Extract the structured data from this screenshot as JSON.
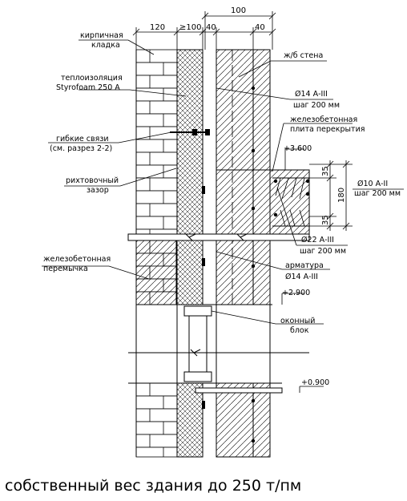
{
  "dimensions": {
    "brick": "120",
    "gap": "≥100",
    "layer_a": "40",
    "layer_b": "40",
    "overall": "100",
    "slab_top": "35",
    "slab_bottom": "35",
    "slab_total": "180"
  },
  "labels": {
    "brick_cladding_1": "кирпичная",
    "brick_cladding_2": "кладка",
    "insulation_1": "теплоизоляция",
    "insulation_2": "Styrofoam 250 A",
    "flex_ties_1": "гибкие связи",
    "flex_ties_2": "(см. разрез 2-2)",
    "leveling_gap_1": "рихтовочный",
    "leveling_gap_2": "зазор",
    "lintel_1": "железобетонная",
    "lintel_2": "перемычка",
    "rc_wall": "ж/б стена",
    "rebar14_1": "Ø14 А-III",
    "rebar14_2": "шаг 200 мм",
    "slab_1": "железобетонная",
    "slab_2": "плита перекрытия",
    "rebar10_1": "Ø10 А-II",
    "rebar10_2": "шаг 200 мм",
    "rebar22_1": "Ø22 А-III",
    "rebar22_2": "шаг 200 мм",
    "armature_1": "арматура",
    "armature_2": "Ø14 А-III",
    "window_1": "оконный",
    "window_2": "блок"
  },
  "levels": {
    "top": "+3.600",
    "middle": "+2.900",
    "bottom": "+0.900"
  },
  "caption": "собственный вес здания до 250 т/пм"
}
